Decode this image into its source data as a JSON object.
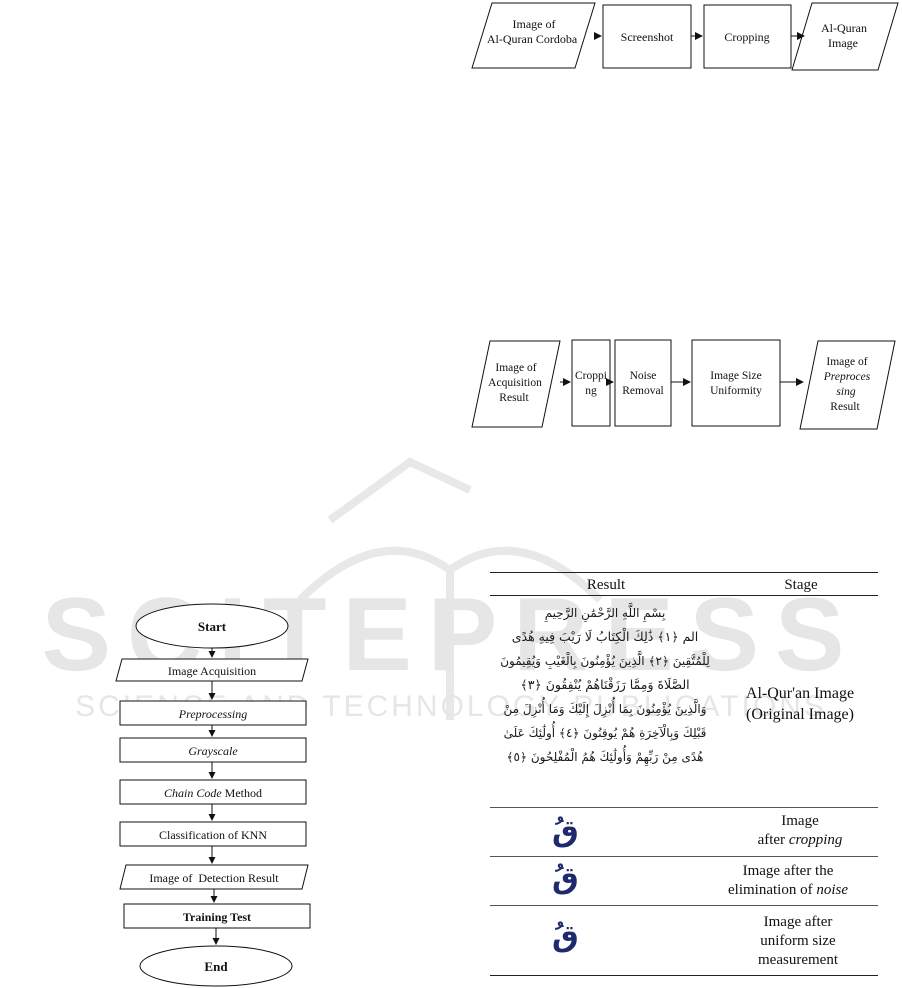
{
  "watermark": {
    "line1": "SCITEPRESS",
    "line2": "SCIENCE AND TECHNOLOGY PUBLICATIONS"
  },
  "diagram1": {
    "nodes": [
      {
        "id": "n1",
        "shape": "parallelogram",
        "lines": [
          "Image of",
          "Al-Quran Cordoba"
        ]
      },
      {
        "id": "n2",
        "shape": "rect",
        "lines": [
          "Screenshot"
        ]
      },
      {
        "id": "n3",
        "shape": "rect",
        "lines": [
          "Cropping"
        ]
      },
      {
        "id": "n4",
        "shape": "parallelogram",
        "lines": [
          "Al-Quran",
          "Image"
        ]
      }
    ]
  },
  "diagram2": {
    "nodes": [
      {
        "id": "m1",
        "shape": "parallelogram",
        "lines": [
          "Image of",
          "Acquisition",
          "Result"
        ]
      },
      {
        "id": "m2",
        "shape": "rect",
        "lines": [
          "Croppi",
          "ng"
        ]
      },
      {
        "id": "m3",
        "shape": "rect",
        "lines": [
          "Noise",
          "Removal"
        ]
      },
      {
        "id": "m4",
        "shape": "rect",
        "lines": [
          "Image Size",
          "Uniformity"
        ]
      },
      {
        "id": "m5",
        "shape": "parallelogram",
        "lines": [
          "Image of",
          "Preproces",
          "sing",
          "Result"
        ]
      }
    ]
  },
  "flowchart": {
    "start": "Start",
    "steps": [
      {
        "text": "Image Acquisition",
        "shape": "parallelogram"
      },
      {
        "text": "Preprocessing",
        "shape": "rect",
        "italic": true
      },
      {
        "text": "Grayscale",
        "shape": "rect",
        "italic": true
      },
      {
        "text": "Chain Code",
        "suffix": " Method",
        "shape": "rect",
        "italic": true
      },
      {
        "text": "Classification of KNN",
        "shape": "rect"
      },
      {
        "text": "Image of  Detection Result",
        "shape": "parallelogram"
      },
      {
        "text": "Training Test",
        "shape": "rect"
      }
    ],
    "end": "End"
  },
  "table": {
    "headers": {
      "result": "Result",
      "stage": "Stage"
    },
    "rows": [
      {
        "stage_lines": [
          "Al-Qur'an Image",
          "(Original Image)"
        ],
        "arabic_lines": [
          "بِسْمِ اللَّهِ الرَّحْمَٰنِ الرَّحِيمِ",
          "الم ﴿١﴾ ذَٰلِكَ الْكِتَابُ لَا رَيْبَ فِيهِ هُدًى",
          "لِلْمُتَّقِينَ ﴿٢﴾ الَّذِينَ يُؤْمِنُونَ بِالْغَيْبِ وَيُقِيمُونَ",
          "الصَّلَاةَ وَمِمَّا رَزَقْنَاهُمْ يُنْفِقُونَ ﴿٣﴾",
          "وَالَّذِينَ يُؤْمِنُونَ بِمَا أُنْزِلَ إِلَيْكَ وَمَا أُنْزِلَ مِنْ",
          "قَبْلِكَ وَبِالْآخِرَةِ هُمْ يُوقِنُونَ ﴿٤﴾ أُولَٰئِكَ عَلَىٰ",
          "هُدًى مِنْ رَبِّهِمْ وَأُولَٰئِكَ هُمُ الْمُفْلِحُونَ ﴿٥﴾"
        ]
      },
      {
        "stage_lines": [
          "Image",
          "after "
        ],
        "stage_italic": "cropping",
        "glyph": "قُ"
      },
      {
        "stage_lines": [
          "Image after the",
          "elimination of "
        ],
        "stage_italic": "noise",
        "glyph": "قُ"
      },
      {
        "stage_lines": [
          "Image after",
          "uniform size",
          "measurement"
        ],
        "glyph": "قُ"
      }
    ]
  }
}
